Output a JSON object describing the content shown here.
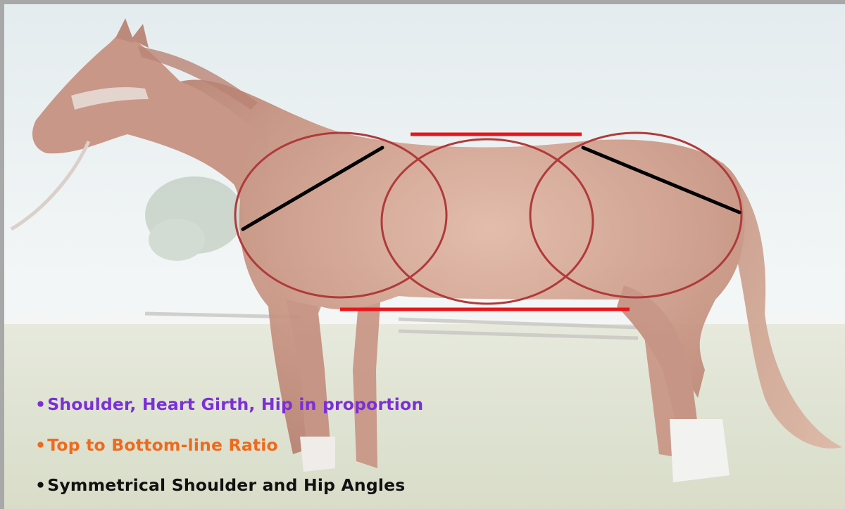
{
  "image": {
    "subject": "horse-side-view",
    "overlay_colors": {
      "proportion_circles": "#b03a3a",
      "top_bottom_lines": "#e8151a",
      "angle_lines": "#000000"
    }
  },
  "captions": [
    {
      "bullet": "•",
      "text": "Shoulder, Heart Girth, Hip in proportion",
      "color": "#7b2fd6"
    },
    {
      "bullet": "•",
      "text": "Top to Bottom-line Ratio",
      "color": "#ee6a1c"
    },
    {
      "bullet": "•",
      "text": "Symmetrical Shoulder and Hip Angles",
      "color": "#111111"
    }
  ]
}
